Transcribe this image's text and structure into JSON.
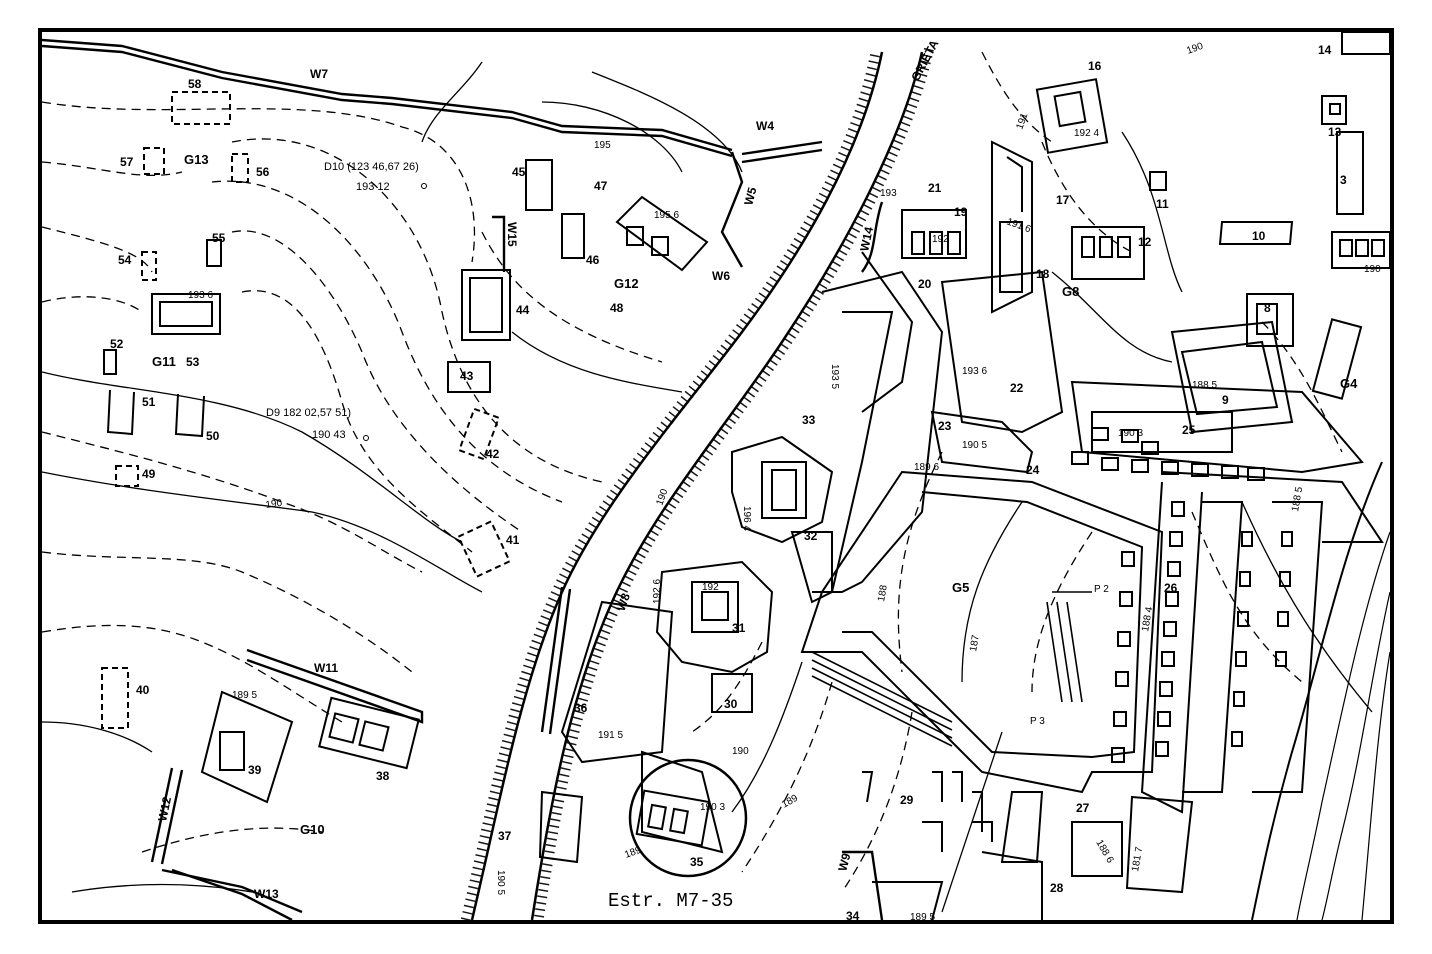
{
  "caption": "Estr. M7-35",
  "colors": {
    "ink": "#000000",
    "paper": "#ffffff"
  },
  "labels": {
    "s58": "58",
    "s57": "57",
    "s56": "56",
    "s55": "55",
    "s54": "54",
    "s53": "53",
    "s52": "52",
    "s51": "51",
    "s50": "50",
    "s49": "49",
    "s47": "47",
    "s46": "46",
    "s45": "45",
    "s44": "44",
    "s43": "43",
    "s42": "42",
    "s41": "41",
    "s40": "40",
    "s39": "39",
    "s38": "38",
    "s37": "37",
    "s36": "36",
    "s35": "35",
    "s34": "34",
    "s33": "33",
    "s32": "32",
    "s31": "31",
    "s30": "30",
    "s29": "29",
    "s28": "28",
    "s27": "27",
    "s26": "26",
    "s25": "25",
    "s24": "24",
    "s23": "23",
    "s22": "22",
    "s21": "21",
    "s20": "20",
    "s19": "19",
    "s18": "18",
    "s17": "17",
    "s16": "16",
    "s14": "14",
    "s13": "13",
    "s12": "12",
    "s11": "11",
    "s10": "10",
    "s9": "9",
    "s8": "8",
    "s48": "48",
    "s3": "3",
    "g13": "G13",
    "g12": "G12",
    "g11": "G11",
    "g10": "G10",
    "g8": "G8",
    "g5": "G5",
    "g4": "G4",
    "w7": "W7",
    "w4": "W4",
    "w5": "W5",
    "w6": "W6",
    "w8": "W8",
    "w9": "W9",
    "w11": "W11",
    "w12": "W12",
    "w13": "W13",
    "w14": "W14",
    "w15": "W15",
    "grieta": "GRIETA",
    "d10": "D10 (123 46,67 26)",
    "d10_elev": "193 12",
    "d9": "D9 182 02,57 51)",
    "d9_elev": "190 43",
    "e195": "195",
    "e1956": "195 6",
    "e1936a": "193 6",
    "e193": "193",
    "e1935": "193 5",
    "e1936b": "193 6",
    "e1905a": "190 5",
    "e1903a": "190 3",
    "e1896": "189 6",
    "e190a": "190",
    "e188": "188",
    "e187": "187",
    "e1884": "188 4",
    "e1885a": "188 5",
    "e1885b": "188 5",
    "e1964": "196 4",
    "e1926": "192 6",
    "e192": "192",
    "e1915": "191 5",
    "e190b": "190",
    "e1895a": "189 5",
    "e189a": "189",
    "e189b": "189",
    "e1903b": "190 3",
    "e1886": "188 6",
    "e1817": "181 7",
    "e1905b": "190 5",
    "e1895b": "189 5",
    "e190c": "190",
    "e191": "191",
    "e1924": "192 4",
    "e192b": "192",
    "e1916": "191 6",
    "e190d": "190",
    "e190e": "190",
    "p2": "P 2",
    "p3": "P 3"
  }
}
